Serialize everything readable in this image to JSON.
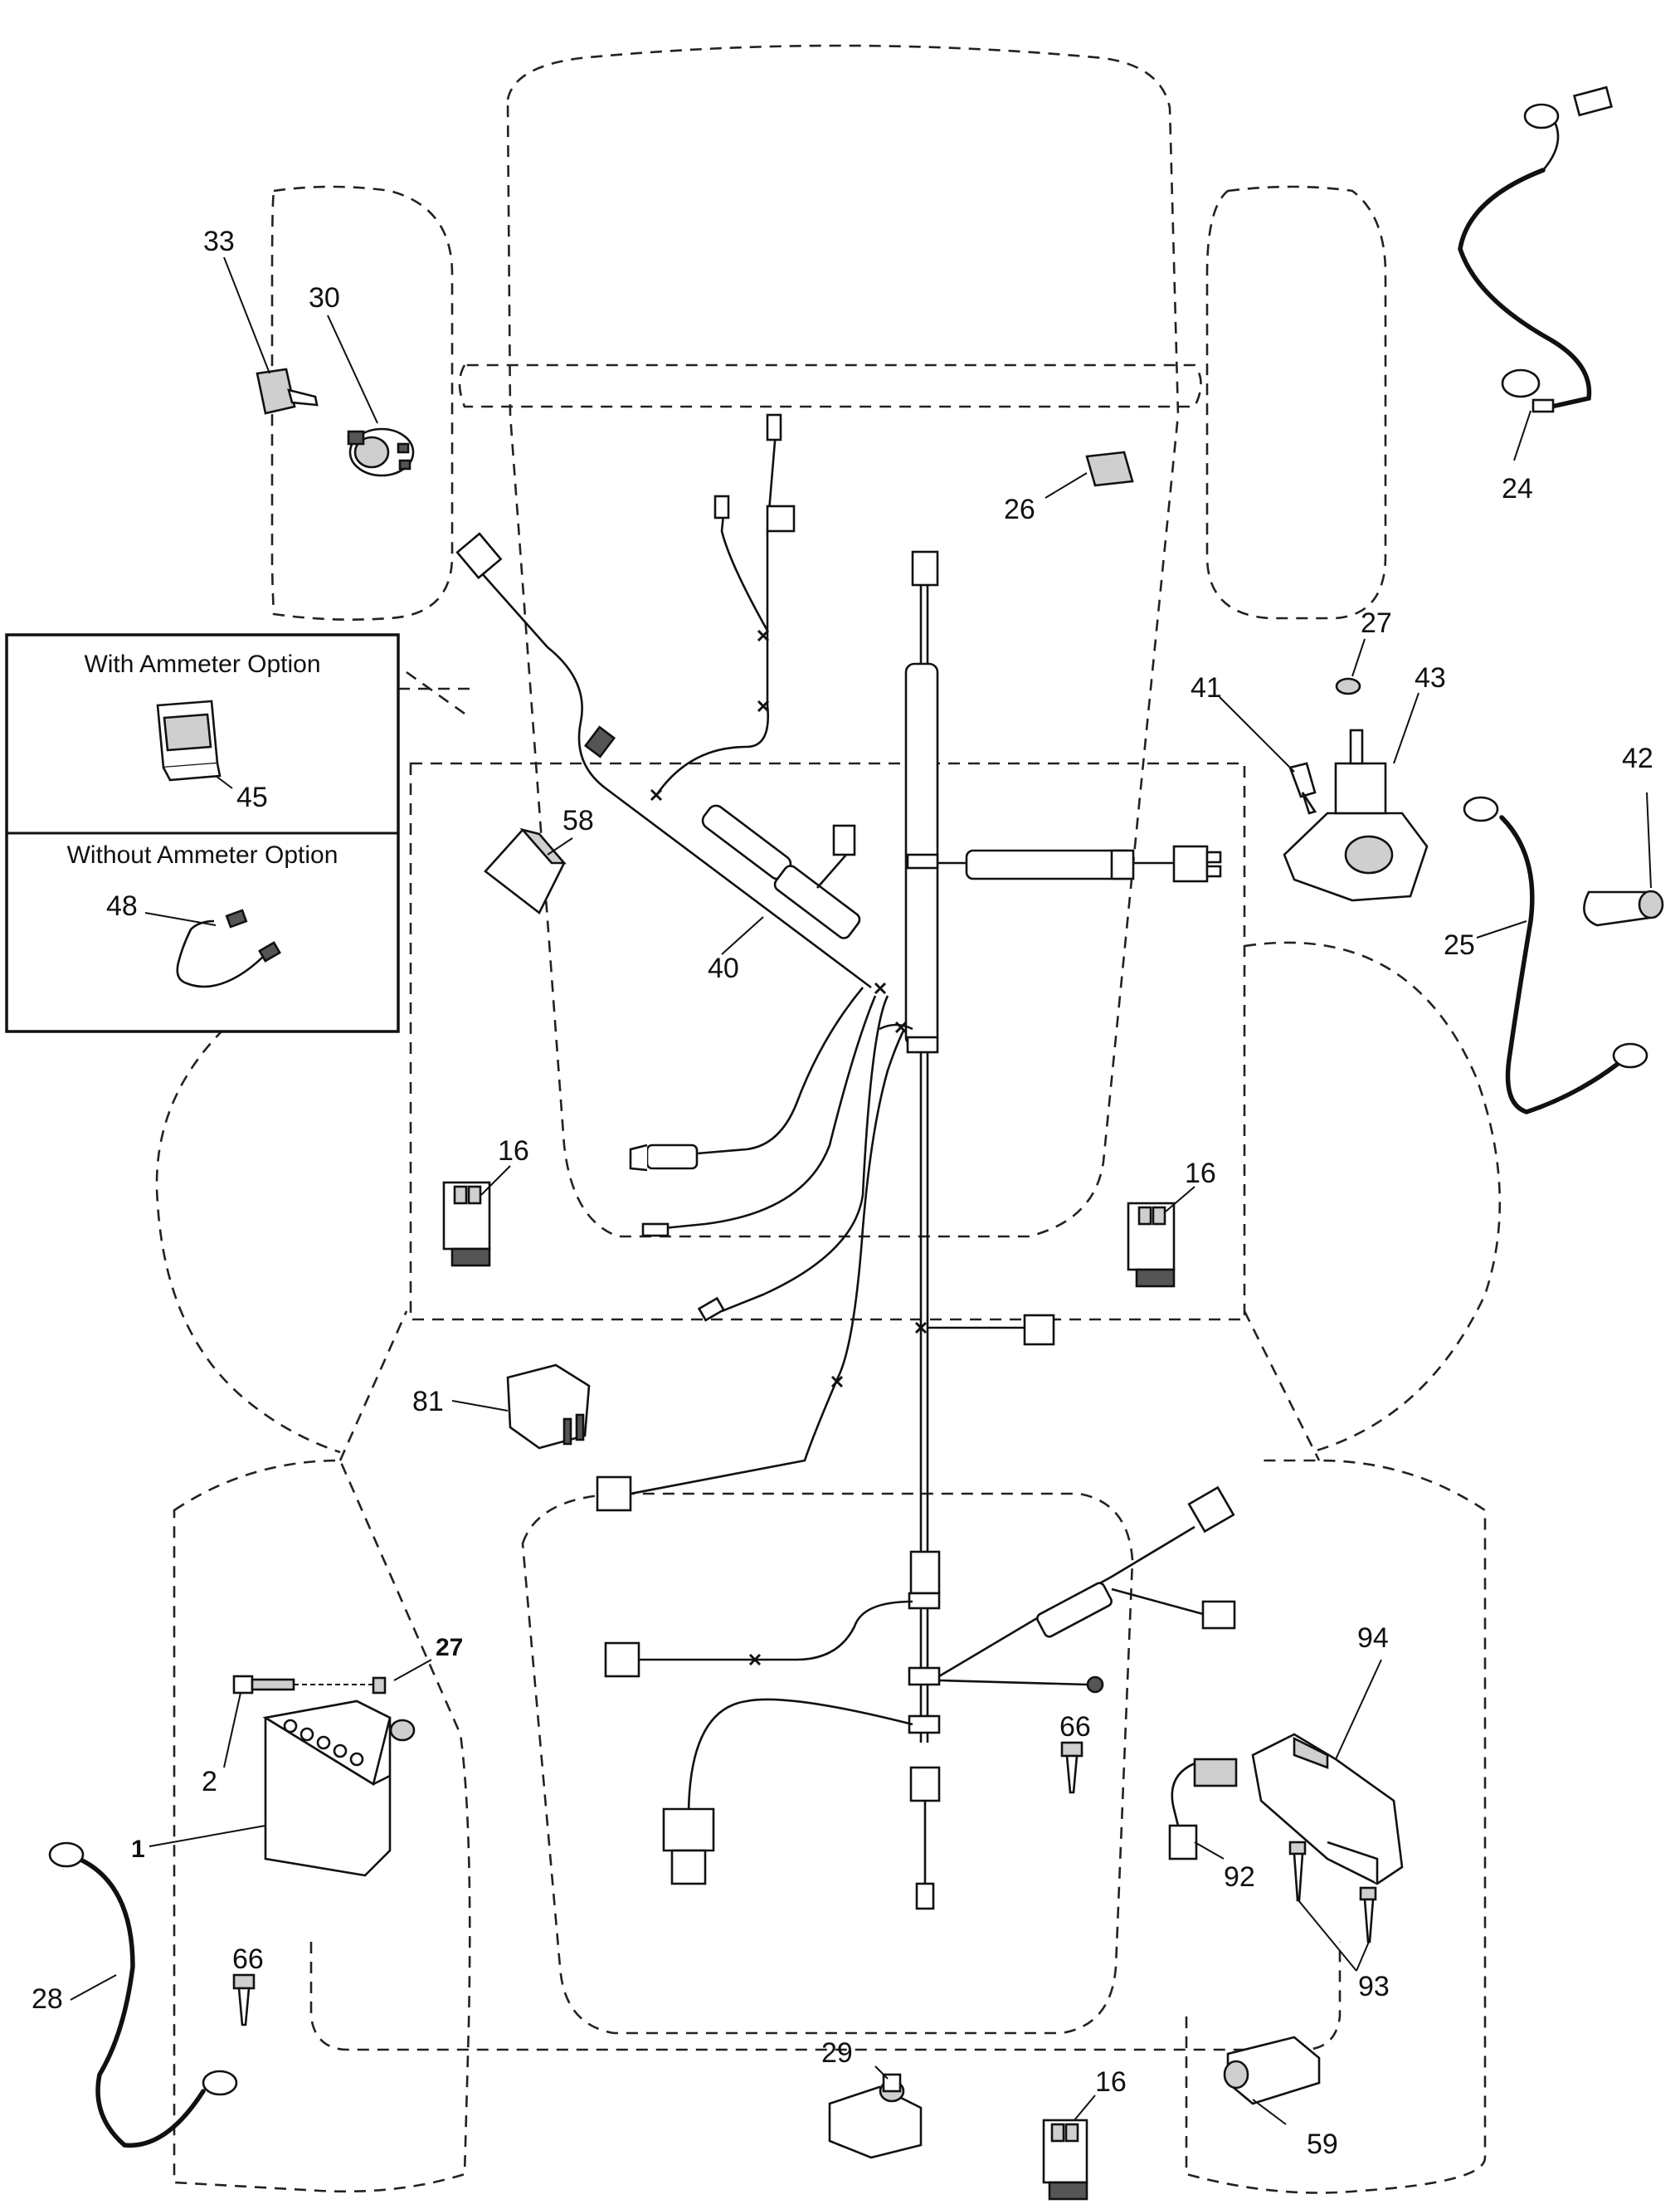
{
  "options": {
    "with_ammeter": "With Ammeter Option",
    "without_ammeter": "Without Ammeter Option"
  },
  "callouts": {
    "p1": "1",
    "p2": "2",
    "p16a": "16",
    "p16b": "16",
    "p16c": "16",
    "p24": "24",
    "p25": "25",
    "p26": "26",
    "p27a": "27",
    "p27b": "27",
    "p28": "28",
    "p29": "29",
    "p30": "30",
    "p33": "33",
    "p40": "40",
    "p41": "41",
    "p42": "42",
    "p43": "43",
    "p45": "45",
    "p48": "48",
    "p58": "58",
    "p59": "59",
    "p66a": "66",
    "p66b": "66",
    "p81": "81",
    "p92": "92",
    "p93": "93",
    "p94": "94"
  }
}
